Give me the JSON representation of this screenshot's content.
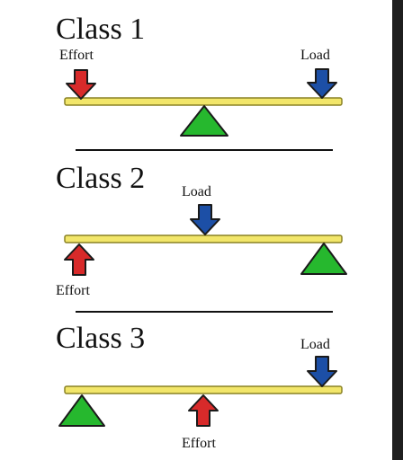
{
  "colors": {
    "lever_fill": "#f2e66a",
    "lever_stroke": "#8a8224",
    "effort_arrow": "#d82a2a",
    "load_arrow": "#1c4fa6",
    "fulcrum": "#26b82e",
    "outline": "#1a1a1a"
  },
  "classes": [
    {
      "title": "Class 1",
      "effort_label": "Effort",
      "load_label": "Load",
      "effort_direction": "down",
      "load_direction": "down"
    },
    {
      "title": "Class 2",
      "effort_label": "Effort",
      "load_label": "Load",
      "effort_direction": "up",
      "load_direction": "down"
    },
    {
      "title": "Class 3",
      "effort_label": "Effort",
      "load_label": "Load",
      "effort_direction": "up",
      "load_direction": "down"
    }
  ]
}
